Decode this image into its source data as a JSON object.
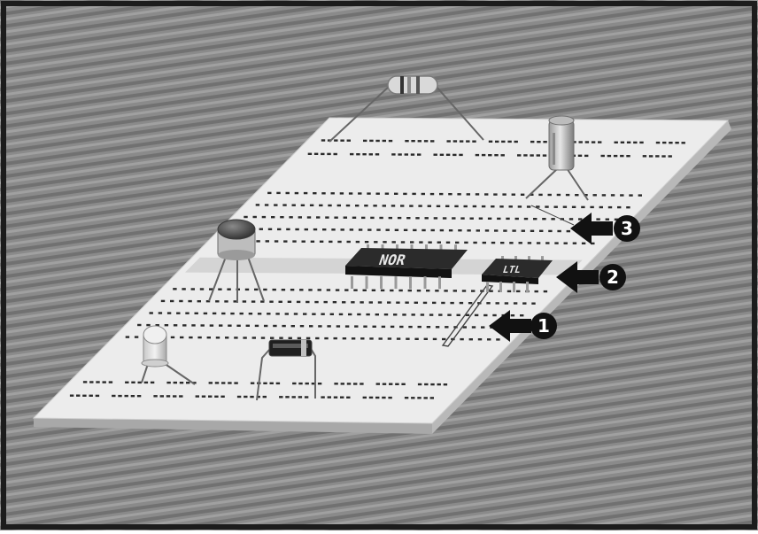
{
  "colors": {
    "background": "#8a8a8a",
    "stripe_dark": "#6f6f6f",
    "stripe_light": "#9c9c9c",
    "frame": "#1c1c1c",
    "board_top": "#ebebeb",
    "board_edge": "#bdbdbd",
    "hole": "#2a2a2a",
    "chip": "#1d1d1d",
    "chip_text": "#e8e8e8",
    "arrow": "#111111",
    "callout_text": "#ffffff"
  },
  "components": {
    "nor_chip_label": "NOR",
    "second_chip_label": "LTL"
  },
  "callouts": [
    {
      "number": "1"
    },
    {
      "number": "2"
    },
    {
      "number": "3"
    }
  ]
}
